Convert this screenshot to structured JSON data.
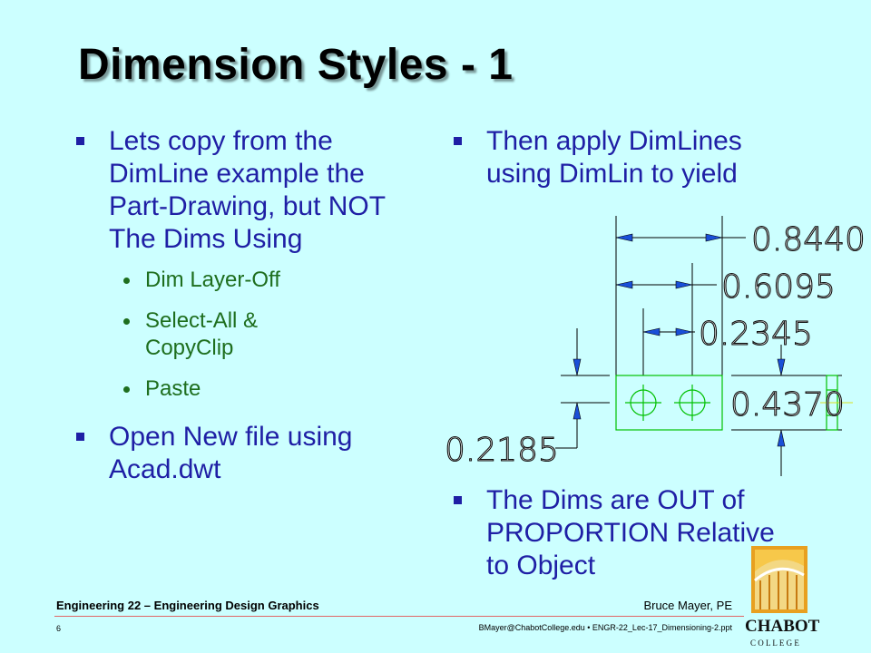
{
  "slide": {
    "title": "Dimension Styles - 1",
    "left_bullets": [
      "Lets copy from the DimLine example the Part-Drawing, but NOT The Dims Using",
      "Open New file using Acad.dwt"
    ],
    "sub_bullets": [
      "Dim Layer-Off",
      "Select-All & CopyClip",
      "Paste"
    ],
    "right_bullets": [
      "Then apply DimLines using DimLin to yield",
      "The Dims are OUT of PROPORTION Relative to Object"
    ],
    "drawing": {
      "dims": [
        "0.8440",
        "0.6095",
        "0.2345",
        "0.4370",
        "0.2185"
      ],
      "line_color": "#000000",
      "object_color": "#00c000",
      "arrow_color": "#1a4fd8"
    },
    "footer": {
      "course": "Engineering 22 – Engineering Design Graphics",
      "author": "Bruce Mayer, PE",
      "page": "6",
      "ref": "BMayer@ChabotCollege.edu  • ENGR-22_Lec-17_Dimensioning-2.ppt"
    },
    "logo": {
      "name": "CHABOT",
      "sub": "C O L L E G E"
    }
  }
}
